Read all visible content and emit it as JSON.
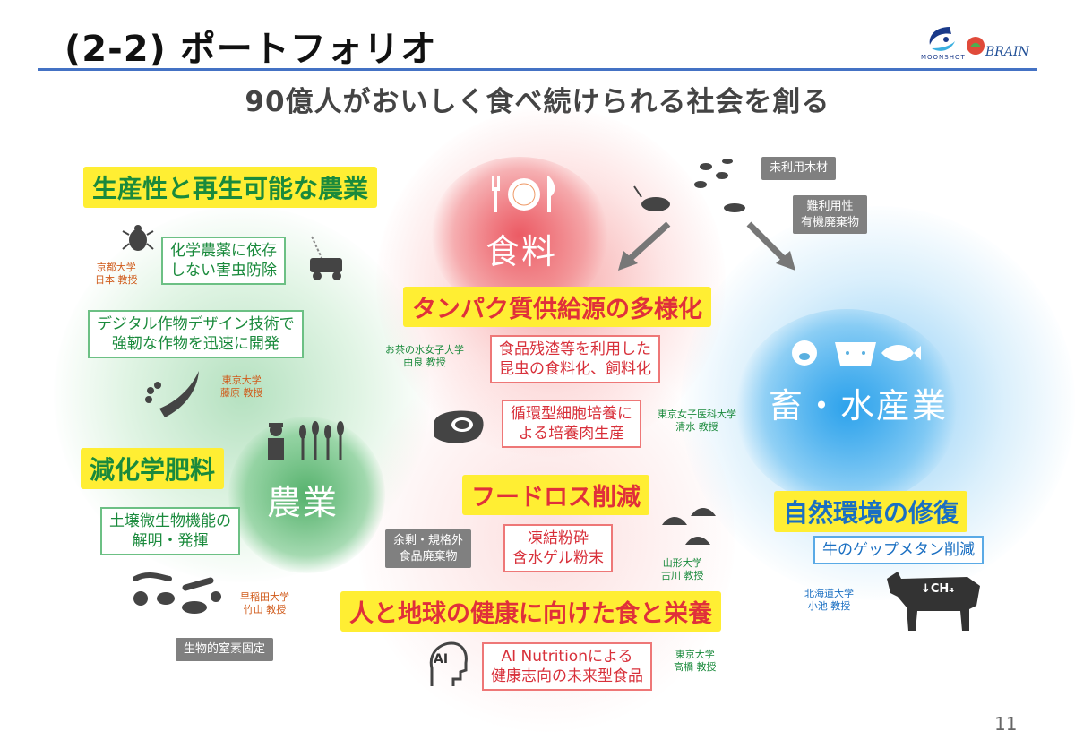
{
  "header": {
    "title": "(2-2) ポートフォリオ",
    "logo_left_text": "MOONSHOT",
    "logo_right_text": "BRAIN"
  },
  "headline": "90億人がおいしく食べ続けられる社会を創る",
  "hubs": {
    "agri": "農業",
    "food": "食料",
    "livestock": "畜・水産業"
  },
  "agri": {
    "heading_1": "生産性と再生可能な農業",
    "box_pest": [
      "化学農薬に依存",
      "しない害虫防除"
    ],
    "prof_kyoto": [
      "京都大学",
      "日本 教授"
    ],
    "box_digital": [
      "デジタル作物デザイン技術で",
      "強靭な作物を迅速に開発"
    ],
    "prof_tokyo_fujiwara": [
      "東京大学",
      "藤原 教授"
    ],
    "heading_2": "減化学肥料",
    "box_soil": [
      "土壌微生物機能の",
      "解明・発揮"
    ],
    "prof_waseda": [
      "早稲田大学",
      "竹山 教授"
    ],
    "tag_nitrogen": "生物的窒素固定"
  },
  "food": {
    "heading_protein": "タンパク質供給源の多様化",
    "prof_ochanomizu": [
      "お茶の水女子大学",
      "由良 教授"
    ],
    "box_insect": [
      "食品残渣等を利用した",
      "昆虫の食料化、飼料化"
    ],
    "box_cell": [
      "循環型細胞培養に",
      "よる培養肉生産"
    ],
    "prof_twmu": [
      "東京女子医科大学",
      "清水 教授"
    ],
    "heading_loss": "フードロス削減",
    "tag_surplus": [
      "余剰・規格外",
      "食品廃棄物"
    ],
    "box_freeze": [
      "凍結粉砕",
      "含水ゲル粉末"
    ],
    "prof_yamagata": [
      "山形大学",
      "古川 教授"
    ],
    "heading_health": "人と地球の健康に向けた食と栄養",
    "box_ai": [
      "AI Nutritionによる",
      "健康志向の未来型食品"
    ],
    "prof_tokyo_takahashi": [
      "東京大学",
      "高橋 教授"
    ],
    "ai_icon_text": "AI"
  },
  "livestock": {
    "tag_wood": "未利用木材",
    "tag_waste": [
      "難利用性",
      "有機廃棄物"
    ],
    "heading_env": "自然環境の修復",
    "box_methane": "牛のゲップメタン削減",
    "prof_hokkaido": [
      "北海道大学",
      "小池 教授"
    ],
    "cow_label": "↓CH₄"
  },
  "page_number": "11",
  "colors": {
    "green": "#1a8a3c",
    "red": "#e0303a",
    "blue": "#1a6fc2",
    "highlight": "#ffee33",
    "rule": "#4472c4"
  }
}
